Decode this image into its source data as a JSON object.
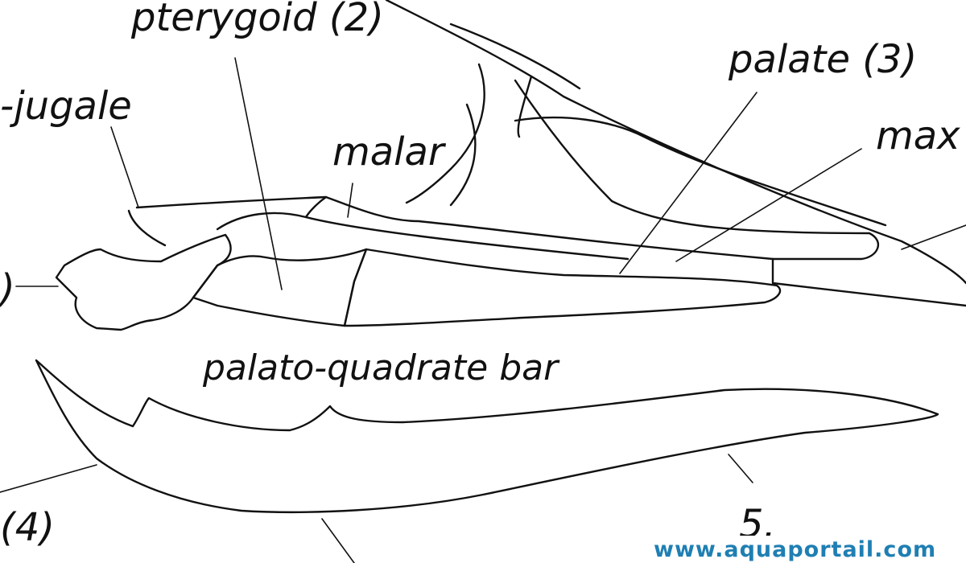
{
  "labels": {
    "pterygoid": "pterygoid (2)",
    "jugale": "-jugale",
    "malar": "malar",
    "palate": "palate (3)",
    "max": "max",
    "right_paren": ")",
    "bar": "palato-quadrate bar",
    "four": "(4)",
    "five": "5."
  },
  "watermark": "www.aquaportail.com"
}
